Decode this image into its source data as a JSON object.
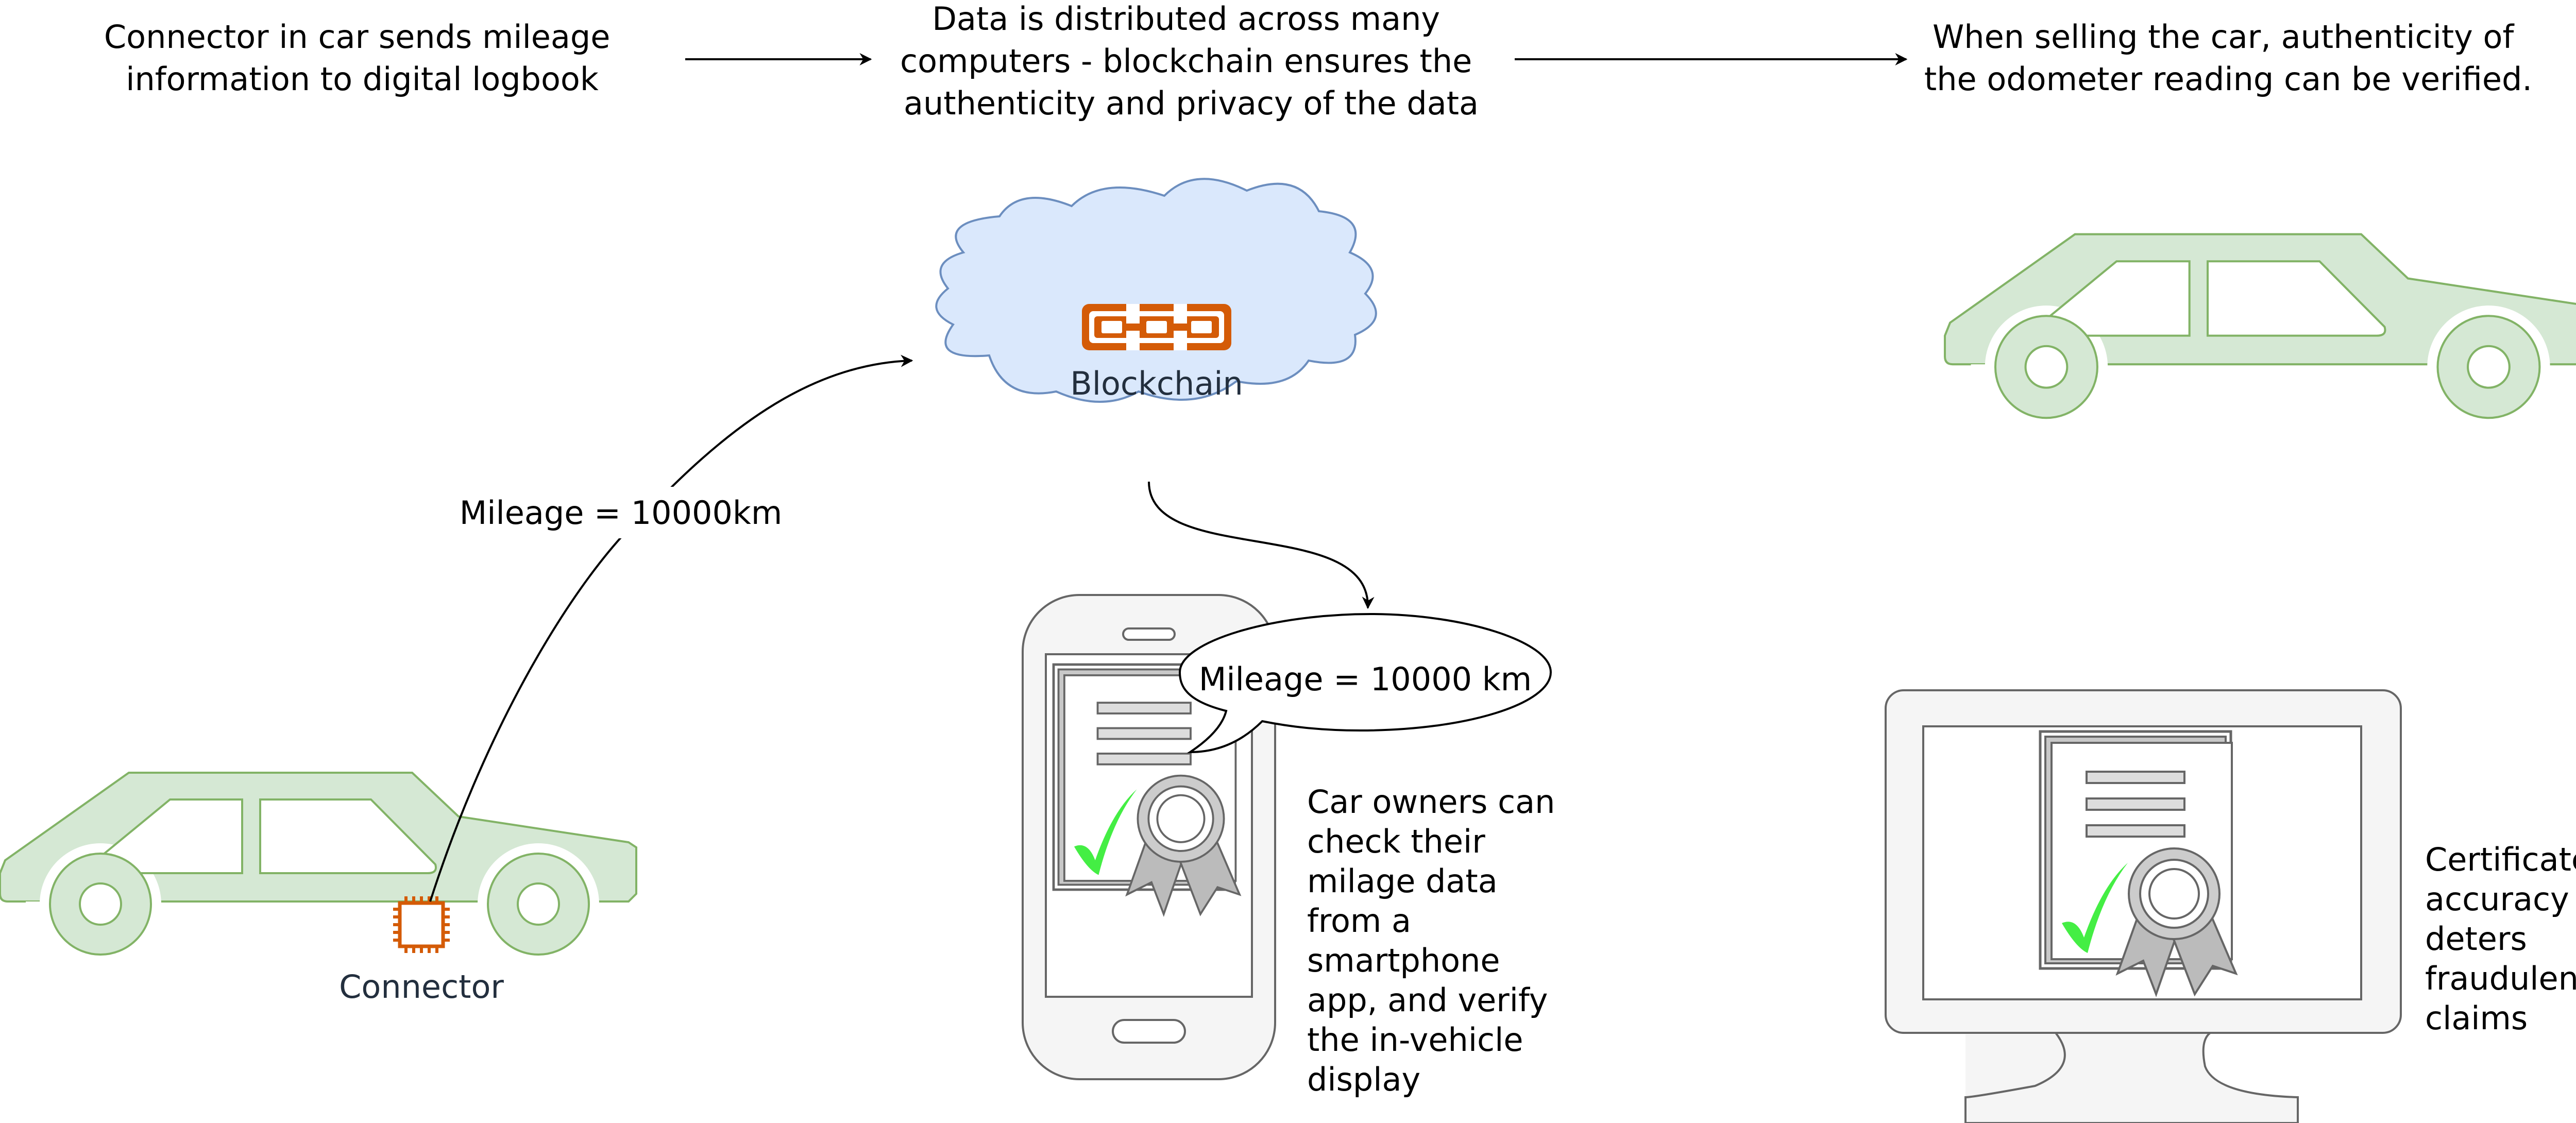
{
  "steps": [
    {
      "lines": [
        "Connector in car sends mileage",
        "information to digital logbook"
      ]
    },
    {
      "lines": [
        "Data is distributed across many",
        "computers - blockchain ensures the",
        "authenticity and privacy of the data"
      ]
    },
    {
      "lines": [
        "When selling the car, authenticity of",
        "the odometer reading can be verified."
      ]
    }
  ],
  "blockchain": {
    "label": "Blockchain",
    "icon": "chain-link-icon"
  },
  "connector": {
    "label": "Connector",
    "icon": "chip-icon"
  },
  "edge_label": "Mileage = 10000km",
  "speech_bubble": "Mileage = 10000 km",
  "smartphone_text": {
    "lines": [
      "Car owners can",
      "check their",
      "milage data",
      "from a",
      "smartphone",
      "app, and verify",
      "the in-vehicle",
      "display"
    ]
  },
  "monitor_text": {
    "lines": [
      "Certificate of",
      "accuracy",
      "deters",
      "fraudulent",
      "claims"
    ]
  },
  "colors": {
    "car_fill": "#d5e8d4",
    "car_stroke": "#82b366",
    "cloud_fill": "#dae8fc",
    "cloud_stroke": "#6c8ebf",
    "accent_orange": "#d45b07",
    "check_green": "#44ee44",
    "device_fill": "#f5f5f5",
    "device_stroke": "#666666"
  }
}
